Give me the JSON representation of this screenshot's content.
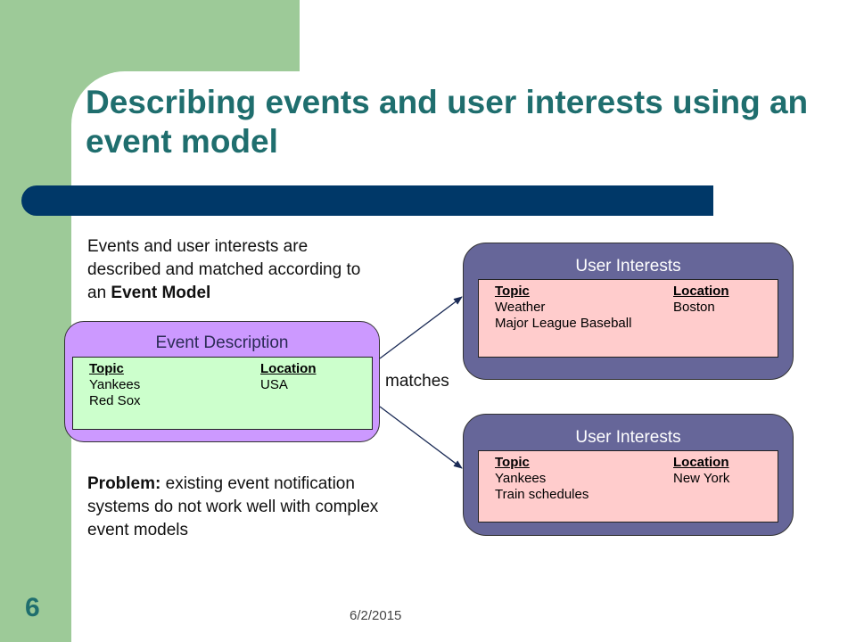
{
  "title": "Describing events and user interests using an event model",
  "intro": {
    "text": "Events and user interests are described and matched according to an ",
    "bold": "Event Model"
  },
  "event_description": {
    "title": "Event Description",
    "col1": {
      "header": "Topic",
      "values": [
        "Yankees",
        "Red Sox"
      ]
    },
    "col2": {
      "header": "Location",
      "values": [
        "USA"
      ]
    }
  },
  "matches_label": "matches",
  "user_interests": [
    {
      "title": "User Interests",
      "col1": {
        "header": "Topic",
        "values": [
          "Weather",
          "Major League Baseball"
        ]
      },
      "col2": {
        "header": "Location",
        "values": [
          "Boston"
        ]
      }
    },
    {
      "title": "User Interests",
      "col1": {
        "header": "Topic",
        "values": [
          "Yankees",
          "Train schedules"
        ]
      },
      "col2": {
        "header": "Location",
        "values": [
          "New York"
        ]
      }
    }
  ],
  "problem": {
    "bold": "Problem:",
    "text": " existing event notification systems do not work well with complex event models"
  },
  "footer": {
    "slide_number": "6",
    "date": "6/2/2015"
  },
  "colors": {
    "title": "#1f6e6e",
    "sidebar": "#9dca98",
    "bar": "#003868",
    "event_panel": "#cc99ff",
    "event_inner": "#ccffcc",
    "interest_panel": "#666699",
    "interest_inner": "#ffcccc"
  }
}
